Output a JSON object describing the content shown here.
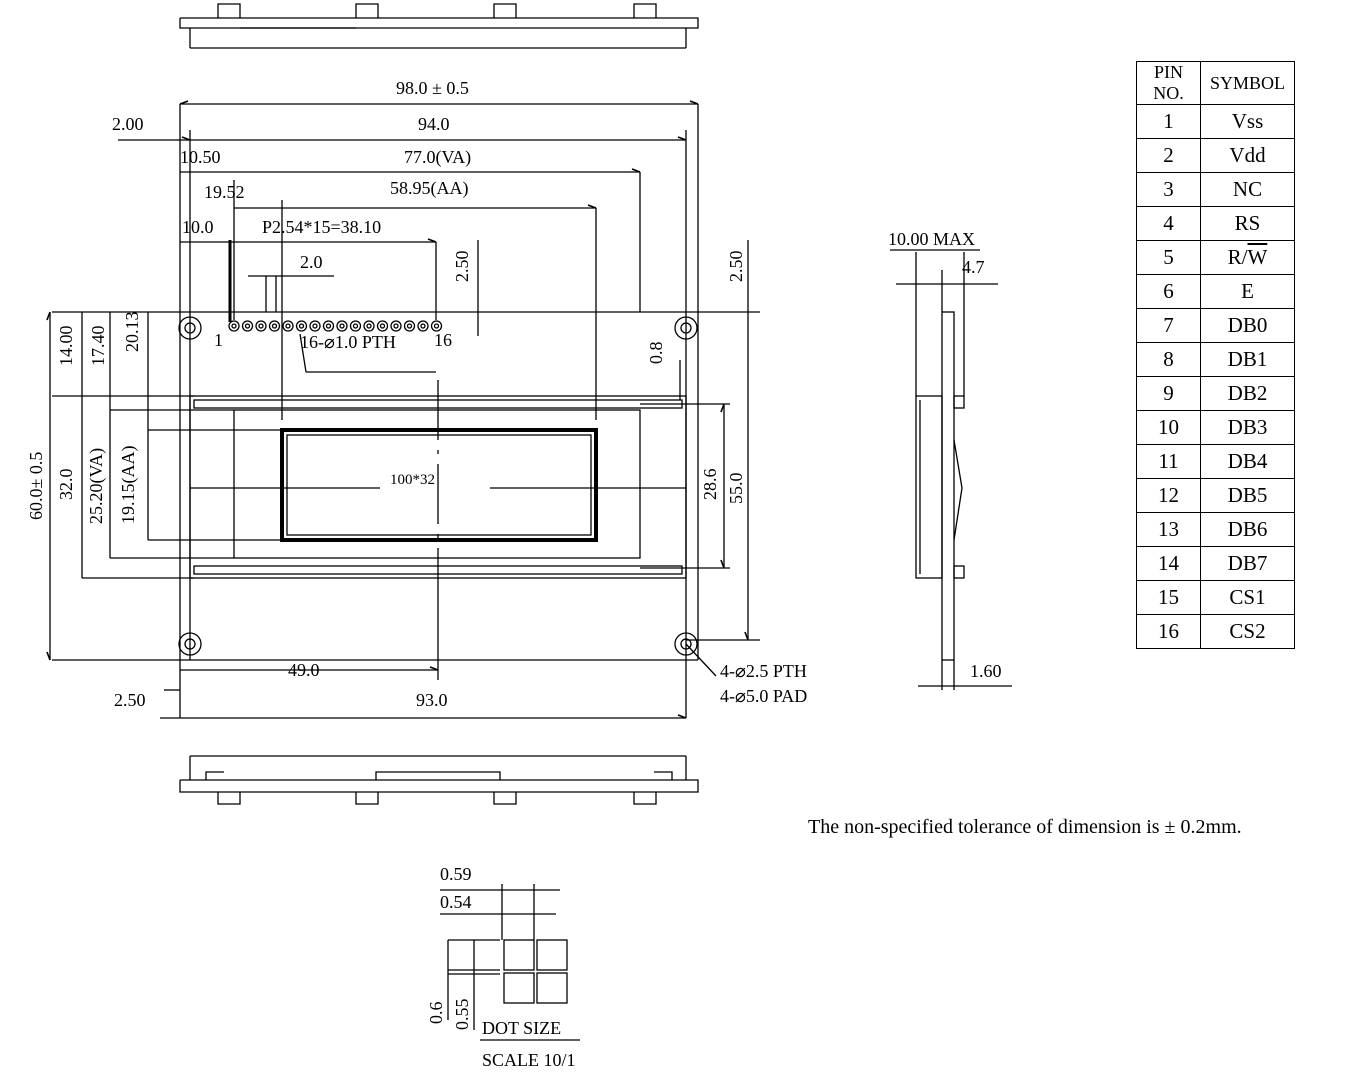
{
  "dimensions": {
    "overall_width": "98.0 ± 0.5",
    "width_94": "94.0",
    "offset_2_00": "2.00",
    "offset_10_50": "10.50",
    "va_width": "77.0(VA)",
    "offset_19_52": "19.52",
    "aa_width": "58.95(AA)",
    "offset_10_0": "10.0",
    "pitch": "P2.54*15=38.10",
    "pin_width": "2.0",
    "top_2_50": "2.50",
    "right_2_50": "2.50",
    "pin_holes": "16-⌀1.0 PTH",
    "pin_first": "1",
    "pin_last": "16",
    "gap_0_8": "0.8",
    "left_14_00": "14.00",
    "left_17_40": "17.40",
    "left_20_13": "20.13",
    "overall_height": "60.0± 0.5",
    "height_32": "32.0",
    "va_height": "25.20(VA)",
    "aa_height": "19.15(AA)",
    "right_28_6": "28.6",
    "right_55_0": "55.0",
    "resolution": "100*32",
    "bottom_49": "49.0",
    "bottom_93": "93.0",
    "bottom_2_50": "2.50",
    "mount_pth": "4-⌀2.5 PTH",
    "mount_pad": "4-⌀5.0 PAD"
  },
  "side_view": {
    "max_thickness": "10.00 MAX",
    "thick_4_7": "4.7",
    "pcb_1_60": "1.60"
  },
  "dot_detail": {
    "w1": "0.59",
    "w2": "0.54",
    "h1": "0.6",
    "h2": "0.55",
    "label": "DOT SIZE",
    "scale": "SCALE 10/1"
  },
  "pin_table": {
    "headers": [
      "PIN NO.",
      "SYMBOL"
    ],
    "rows": [
      {
        "no": "1",
        "sym": "Vss"
      },
      {
        "no": "2",
        "sym": "Vdd"
      },
      {
        "no": "3",
        "sym": "NC"
      },
      {
        "no": "4",
        "sym": "RS"
      },
      {
        "no": "5",
        "sym": "R/W"
      },
      {
        "no": "6",
        "sym": "E"
      },
      {
        "no": "7",
        "sym": "DB0"
      },
      {
        "no": "8",
        "sym": "DB1"
      },
      {
        "no": "9",
        "sym": "DB2"
      },
      {
        "no": "10",
        "sym": "DB3"
      },
      {
        "no": "11",
        "sym": "DB4"
      },
      {
        "no": "12",
        "sym": "DB5"
      },
      {
        "no": "13",
        "sym": "DB6"
      },
      {
        "no": "14",
        "sym": "DB7"
      },
      {
        "no": "15",
        "sym": "CS1"
      },
      {
        "no": "16",
        "sym": "CS2"
      }
    ]
  },
  "note": "The non-specified tolerance of dimension is  ±  0.2mm."
}
